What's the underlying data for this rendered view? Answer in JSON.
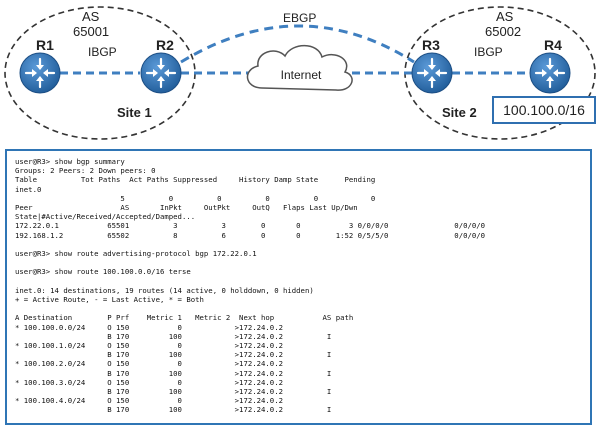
{
  "diagram": {
    "as1": {
      "label": "AS",
      "number": "65001"
    },
    "as2": {
      "label": "AS",
      "number": "65002"
    },
    "routers": {
      "r1": "R1",
      "r2": "R2",
      "r3": "R3",
      "r4": "R4"
    },
    "links": {
      "ibgp1": "IBGP",
      "ibgp2": "IBGP",
      "ebgp": "EBGP"
    },
    "cloud": "Internet",
    "sites": {
      "site1": "Site 1",
      "site2": "Site 2"
    },
    "prefix_box": "100.100.0/16",
    "colors": {
      "router": "#2f6fb0",
      "dashed_link": "#3f7fc0",
      "ellipse": "#333333",
      "cli_border": "#2f75b5"
    }
  },
  "cli": {
    "lines": [
      "user@R3> show bgp summary",
      "Groups: 2 Peers: 2 Down peers: 0",
      "Table          Tot Paths  Act Paths Suppressed     History Damp State      Pending",
      "inet.0",
      "                        5          0          0          0          0            0",
      "Peer                    AS       InPkt     OutPkt     OutQ   Flaps Last Up/Dwn",
      "State|#Active/Received/Accepted/Damped...",
      "172.22.0.1           65501          3          3        0       0           3 0/0/0/0               0/0/0/0",
      "192.168.1.2          65502          8          6        0       0        1:52 0/5/5/0               0/0/0/0",
      "",
      "user@R3> show route advertising-protocol bgp 172.22.0.1",
      "",
      "user@R3> show route 100.100.0.0/16 terse",
      "",
      "inet.0: 14 destinations, 19 routes (14 active, 0 holddown, 0 hidden)",
      "+ = Active Route, - = Last Active, * = Both",
      "",
      "A Destination        P Prf    Metric 1   Metric 2  Next hop           AS path",
      "* 100.100.0.0/24     O 150           0            >172.24.0.2",
      "                     B 170         100            >172.24.0.2          I",
      "* 100.100.1.0/24     O 150           0            >172.24.0.2",
      "                     B 170         100            >172.24.0.2          I",
      "* 100.100.2.0/24     O 150           0            >172.24.0.2",
      "                     B 170         100            >172.24.0.2          I",
      "* 100.100.3.0/24     O 150           0            >172.24.0.2",
      "                     B 170         100            >172.24.0.2          I",
      "* 100.100.4.0/24     O 150           0            >172.24.0.2",
      "                     B 170         100            >172.24.0.2          I"
    ]
  }
}
